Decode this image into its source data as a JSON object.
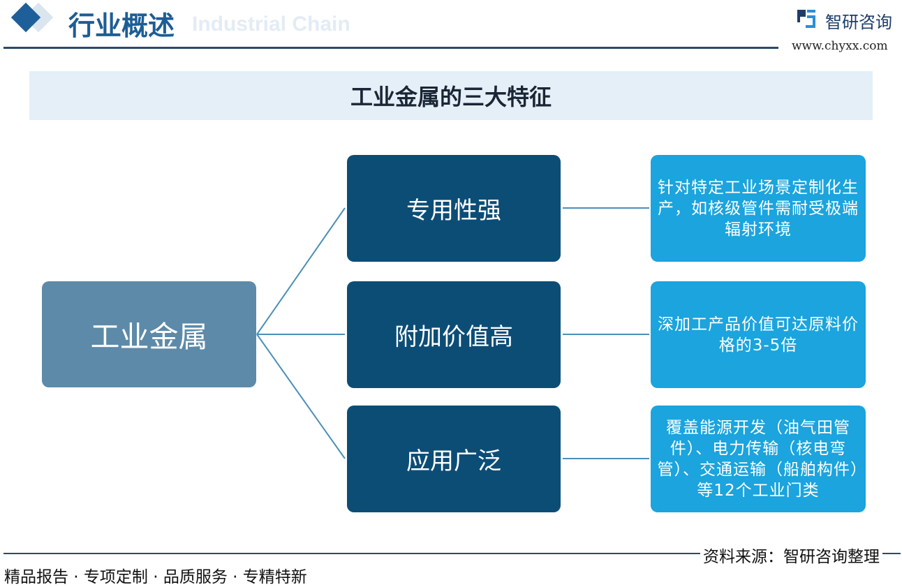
{
  "header": {
    "title": "行业概述",
    "watermark": "Industrial Chain",
    "brand": "智研咨询",
    "website": "www.chyxx.com"
  },
  "diagram": {
    "title": "工业金属的三大特征",
    "root": "工业金属",
    "branches": [
      {
        "label": "专用性强",
        "detail": "针对特定工业场景定制化生产，如核级管件需耐受极端辐射环境"
      },
      {
        "label": "附加价值高",
        "detail": "深加工产品价值可达原料价格的3-5倍"
      },
      {
        "label": "应用广泛",
        "detail": "覆盖能源开发（油气田管件）、电力传输（核电弯管）、交通运输（船舶构件）等12个工业门类"
      }
    ]
  },
  "footer": {
    "tagline": "精品报告 · 专项定制 · 品质服务 · 专精特新",
    "source": "资料来源：智研咨询整理"
  },
  "colors": {
    "root": "#5d8aa8",
    "branch": "#0c4d76",
    "detail": "#1ba4dd",
    "accent": "#1d5d94"
  }
}
